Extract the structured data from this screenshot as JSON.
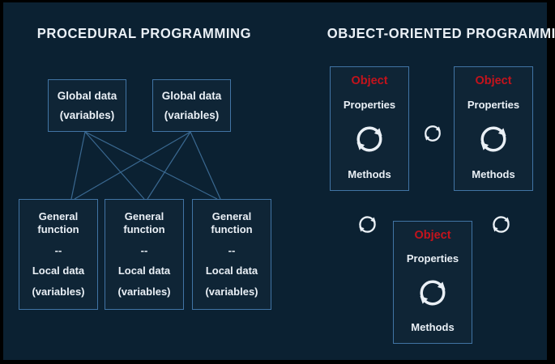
{
  "titles": {
    "left": "PROCEDURAL PROGRAMMING",
    "right": "OBJECT-ORIENTED PROGRAMMING"
  },
  "colors": {
    "frame": "#000000",
    "background": "#0b2132",
    "box_border": "#4174a4",
    "line": "#3a6890",
    "text": "#eaf0f6",
    "object_red": "#c4131c"
  },
  "procedural": {
    "global_boxes": [
      {
        "lines": [
          "Global data",
          "(variables)"
        ]
      },
      {
        "lines": [
          "Global data",
          "(variables)"
        ]
      }
    ],
    "function_boxes": [
      {
        "lines": [
          "General function",
          "--",
          "Local data",
          "(variables)"
        ]
      },
      {
        "lines": [
          "General function",
          "--",
          "Local data",
          "(variables)"
        ]
      },
      {
        "lines": [
          "General function",
          "--",
          "Local data",
          "(variables)"
        ]
      }
    ]
  },
  "oop": {
    "object_boxes": [
      {
        "title": "Object",
        "properties_label": "Properties",
        "methods_label": "Methods"
      },
      {
        "title": "Object",
        "properties_label": "Properties",
        "methods_label": "Methods"
      },
      {
        "title": "Object",
        "properties_label": "Properties",
        "methods_label": "Methods"
      }
    ],
    "icons": {
      "sync": "sync-icon"
    }
  }
}
